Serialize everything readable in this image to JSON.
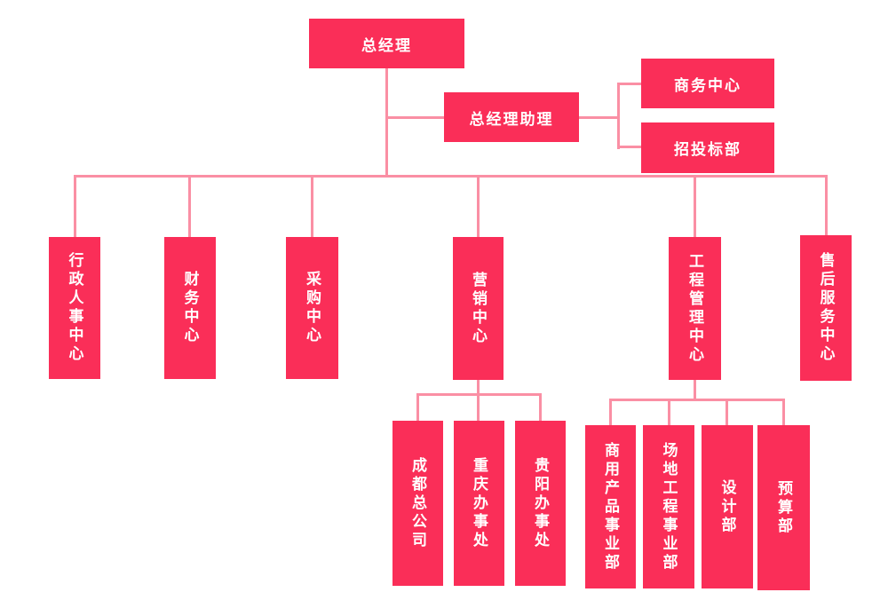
{
  "chart": {
    "type": "org-chart",
    "nodes": {
      "gm": {
        "label": "总经理"
      },
      "assistant": {
        "label": "总经理助理"
      },
      "business": {
        "label": "商务中心"
      },
      "bidding": {
        "label": "招投标部"
      },
      "admin_hr": {
        "label": "行政人事中心"
      },
      "finance": {
        "label": "财务中心"
      },
      "procurement": {
        "label": "采购中心"
      },
      "marketing": {
        "label": "营销中心"
      },
      "engineering": {
        "label": "工程管理中心"
      },
      "aftersales": {
        "label": "售后服务中心"
      },
      "chengdu": {
        "label": "成都总公司"
      },
      "chongqing": {
        "label": "重庆办事处"
      },
      "guiyang": {
        "label": "贵阳办事处"
      },
      "commercial_products": {
        "label": "商用产品事业部"
      },
      "site_engineering": {
        "label": "场地工程事业部"
      },
      "design": {
        "label": "设计部"
      },
      "budget": {
        "label": "预算部"
      }
    },
    "colors": {
      "node_fill": "#FA2E58",
      "connector": "#FA8FA4",
      "node_text": "#FFFFFF",
      "background": "#FFFFFF"
    }
  }
}
